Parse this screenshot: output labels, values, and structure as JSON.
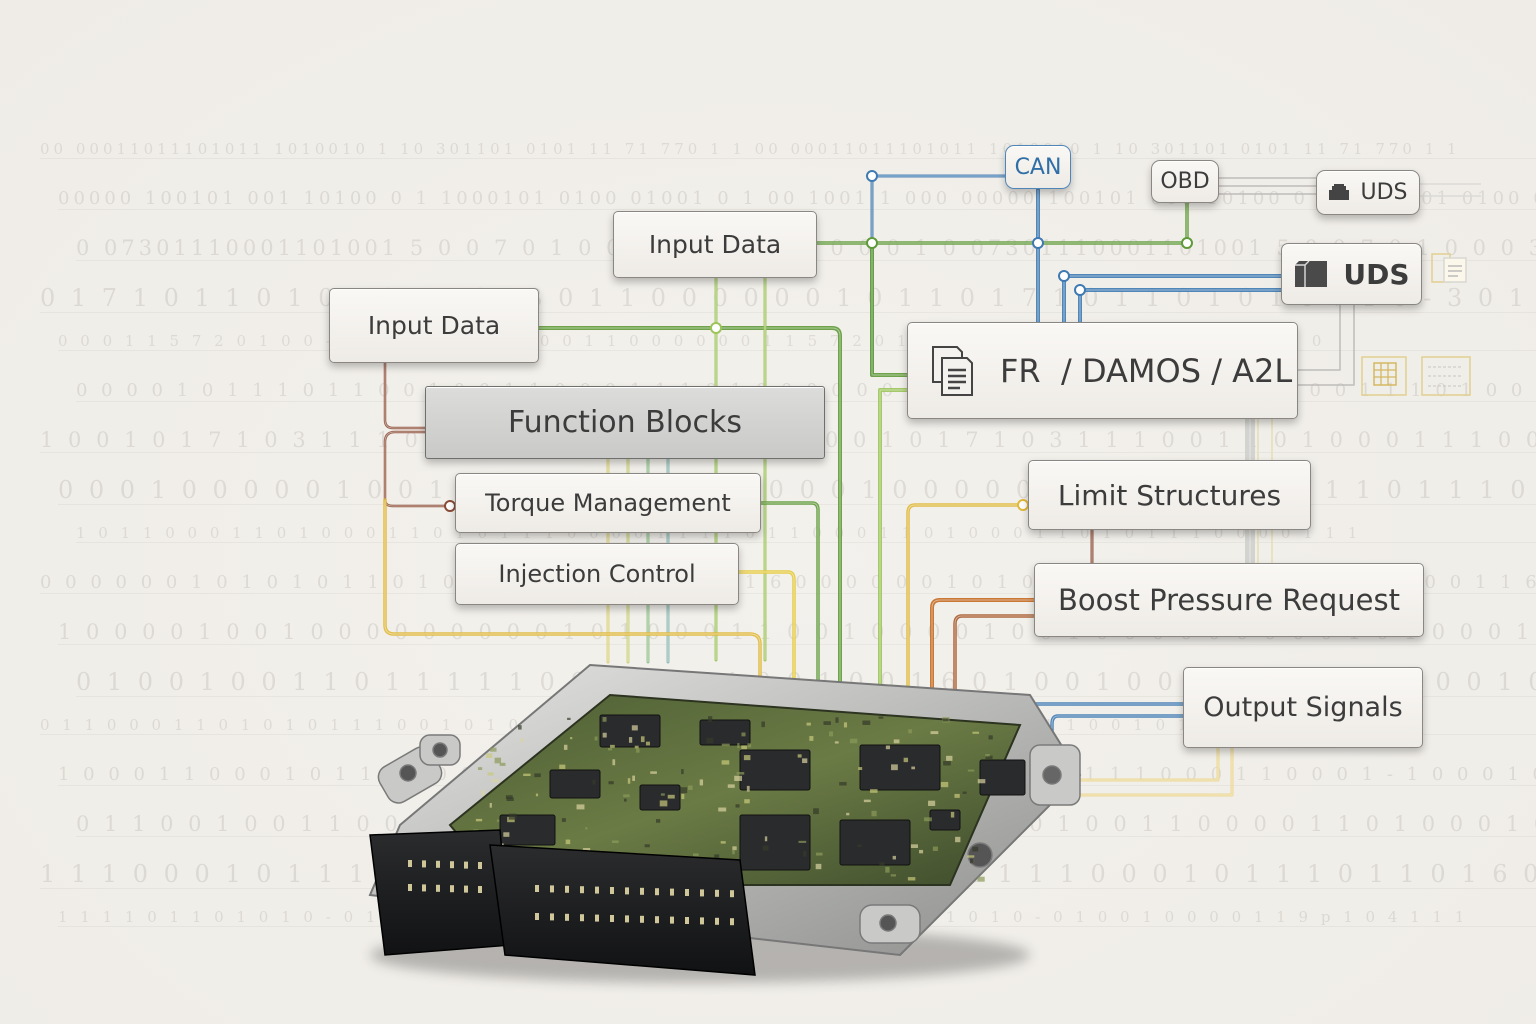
{
  "diagram": {
    "nodes": {
      "input_data_left": "Input Data",
      "input_data_top": "Input Data",
      "function_blocks": "Function Blocks",
      "torque_management": "Torque Management",
      "injection_control": "Injection Control",
      "can": "CAN",
      "obd": "OBD",
      "uds_small": "UDS",
      "uds_large": "UDS",
      "fr_damos_a2l": "FR  / DAMOS / A2L",
      "limit_structures": "Limit Structures",
      "boost_pressure_request": "Boost Pressure Request",
      "output_signals": "Output Signals"
    },
    "icons": {
      "uds_small": "ecu-module-icon",
      "uds_large": "ecu-module-icon",
      "fr_damos_a2l": "document-stack-icon",
      "table_doc": "grid-table-icon",
      "list_doc": "list-document-icon",
      "mini_doc": "document-icon"
    },
    "central_object": "engine-control-unit",
    "wire_colors": {
      "blue": "#3f7ab3",
      "green": "#5f9a3a",
      "light_green": "#9cc45a",
      "yellow": "#e0b83a",
      "orange": "#c46a22",
      "brown": "#8b4a35",
      "gray": "#9a9794"
    },
    "background_binary": [
      "00 00011011101011 1010010 1 10  301101 0101 11 71 770 1 1",
      "00000 100101 001 10100 0 1 1000101 0100 01001 0 1 00 1001 1 000",
      "0 07301110001101001 5 0 0 7 0 1 0 0 0 3 1 1 0 0 0 0 0 0 1",
      "0 1 7 1 0 1 1 0 1 0 1 0 7 1 0 - 3 0 1 1 0 0 0 0 0 0 1 0 1 1",
      "0 0 0 1 1 5 7 2 0 1 0 0 - - 1 1  1 0 0 0 0 0 0 0 1 1 0 0 0",
      "0 0 0 0 1 0 1 1 1 0 1 1 0 0 1 0 0 1 1 0 0 0 1 1 1 0 1 0 0",
      "1 0 0 1 0 1 7 1 0 3 1 1 1 0 0 1 1 0 1 0 0 0 1 1 1 0 0",
      "0 0 0 1 0 0 0 0 0 1 0 0 1 1 0 1 1 1 0 0 0 1 1 0 0 0 1 0 0",
      "1 0 1 1 0 0 0 1 1 0 1 0 0 0 1 1 0 1 0 1 1 1 0 0 0 0 1 1 1",
      "0 0 0 0 0 0 1 0 1 0 1 0 1 1 0 1 0 1 1 0 1 1 1 1 0 0 0 1 1 6",
      "1 0 0 0 0 1 0 0 1 0 0 0 0 0 0 0 0 0 1 0 1 0 0 0 1 1 0 0",
      "0 1 0 0 1 0 0 1 1 0 1 1 1 1 1 0 0 1 0 1 1 1 0 0 1 0 0 1 6",
      "0 1 1 0 0 0 1 1 0 1 0 1 0 1 1 1 0 0 1 0 1 0 0 0 0 3 1 0 1 1 5",
      "1 0 0 0 1 1 0 0 0 1 0 1 1 1 0 0 0 1 1 0 0 0 1 - 1 0 0 0 1 0",
      "0 1 1 0 0 1 0 0 1 1 0 0 0 0 1 1 0 1 0 0 0 1 0 1 1 0 0 0 0 1",
      "1 1 1 0 0 0 1 0 1 1 1 0 1 1 0 1 6 0 0 0 1 1 0 1 1 0 1 0 1 0 0",
      "1 1 1 1 0 1 1 0 1 0 1 0 - 0 1 0 0 1 0 0 0 0 1 1 9 p 1 0 4 1 1 1"
    ]
  }
}
